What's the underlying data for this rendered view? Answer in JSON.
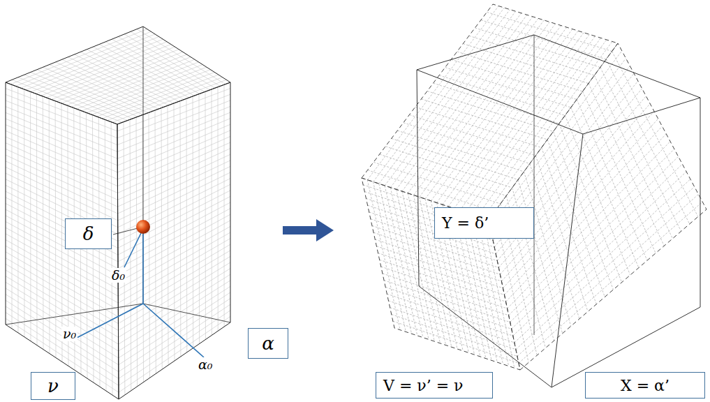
{
  "diagram": {
    "nodes": [
      {
        "text": [
          "δ"
        ]
      },
      {
        "text": [
          "ν"
        ]
      },
      {
        "text": [
          "α"
        ]
      },
      {
        "text": [
          "Y = δ’"
        ]
      },
      {
        "text": [
          "V = ν’ = ν"
        ]
      },
      {
        "text": [
          "X = α’"
        ]
      }
    ],
    "labels": [
      "δ₀",
      "ν₀",
      "α₀"
    ]
  }
}
